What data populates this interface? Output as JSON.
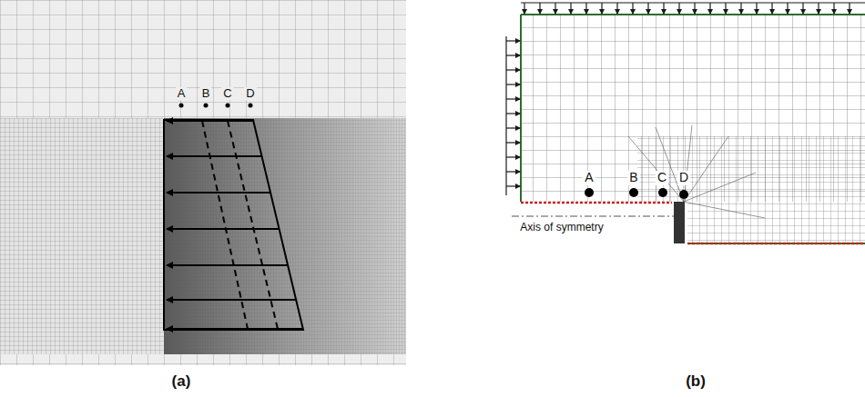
{
  "diagram": {
    "labels": [
      "A",
      "B",
      "C",
      "D",
      "(a)",
      "A",
      "B",
      "C",
      "D",
      "Axis of symmetry",
      "(b)"
    ]
  }
}
